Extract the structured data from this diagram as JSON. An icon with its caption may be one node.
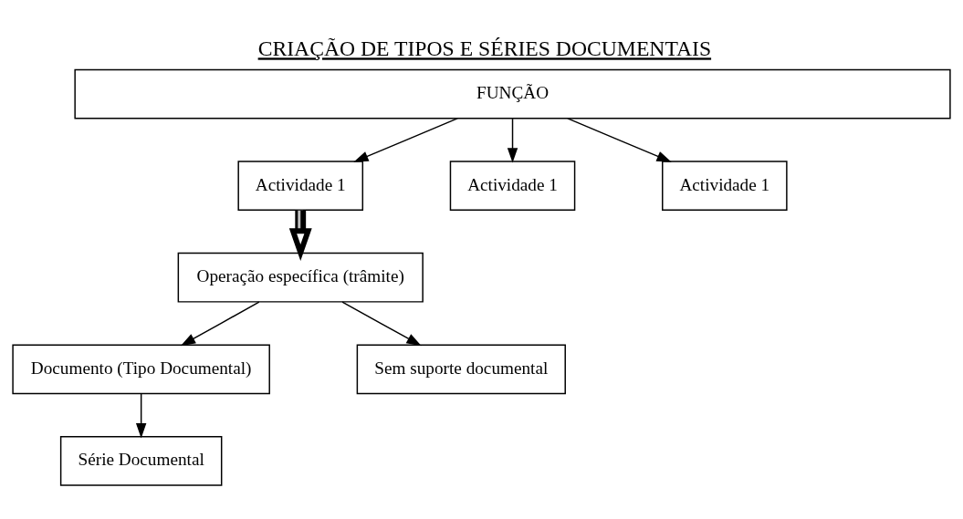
{
  "diagram": {
    "title": "CRIAÇÃO DE TIPOS E SÉRIES DOCUMENTAIS",
    "nodes": [
      {
        "text": [
          "FUNÇÃO"
        ]
      },
      {
        "text": [
          "Actividade 1"
        ]
      },
      {
        "text": [
          "Actividade 1"
        ]
      },
      {
        "text": [
          "Actividade 1"
        ]
      },
      {
        "text": [
          "Operação específica (trâmite)"
        ]
      },
      {
        "text": [
          "Documento (Tipo Documental)"
        ]
      },
      {
        "text": [
          "Sem suporte documental"
        ]
      },
      {
        "text": [
          "Série Documental"
        ]
      }
    ],
    "edges": [
      {
        "from": 0,
        "to": 1,
        "arrow": "to"
      },
      {
        "from": 0,
        "to": 2,
        "arrow": "to"
      },
      {
        "from": 0,
        "to": 3,
        "arrow": "to"
      },
      {
        "from": 1,
        "to": 4,
        "arrow": "to",
        "style": "thick"
      },
      {
        "from": 4,
        "to": 5,
        "arrow": "to"
      },
      {
        "from": 4,
        "to": 6,
        "arrow": "to"
      },
      {
        "from": 5,
        "to": 7,
        "arrow": "to"
      }
    ]
  }
}
